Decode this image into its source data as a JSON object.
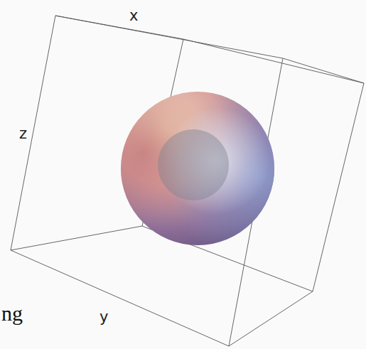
{
  "diagram": {
    "labels": [
      "x",
      "z",
      "y",
      "ng"
    ]
  }
}
